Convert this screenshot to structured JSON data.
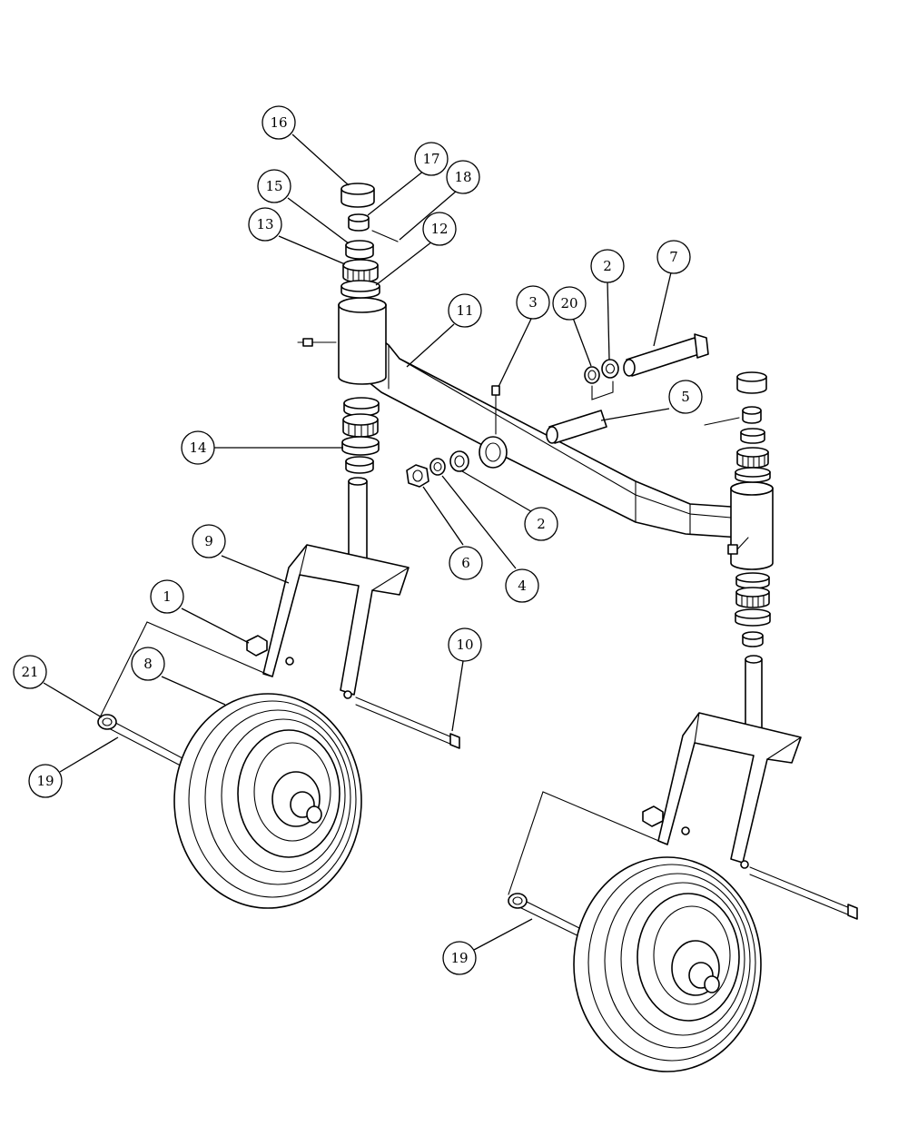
{
  "diagram": {
    "callouts": [
      {
        "id": "c16",
        "label": "16"
      },
      {
        "id": "c17",
        "label": "17"
      },
      {
        "id": "c18",
        "label": "18"
      },
      {
        "id": "c15",
        "label": "15"
      },
      {
        "id": "c13",
        "label": "13"
      },
      {
        "id": "c12",
        "label": "12"
      },
      {
        "id": "c11",
        "label": "11"
      },
      {
        "id": "c3",
        "label": "3"
      },
      {
        "id": "c20",
        "label": "20"
      },
      {
        "id": "c2a",
        "label": "2"
      },
      {
        "id": "c7",
        "label": "7"
      },
      {
        "id": "c5",
        "label": "5"
      },
      {
        "id": "c14",
        "label": "14"
      },
      {
        "id": "c2b",
        "label": "2"
      },
      {
        "id": "c6",
        "label": "6"
      },
      {
        "id": "c4",
        "label": "4"
      },
      {
        "id": "c9",
        "label": "9"
      },
      {
        "id": "c1",
        "label": "1"
      },
      {
        "id": "c10",
        "label": "10"
      },
      {
        "id": "c8",
        "label": "8"
      },
      {
        "id": "c21",
        "label": "21"
      },
      {
        "id": "c19a",
        "label": "19"
      },
      {
        "id": "c19b",
        "label": "19"
      }
    ]
  }
}
